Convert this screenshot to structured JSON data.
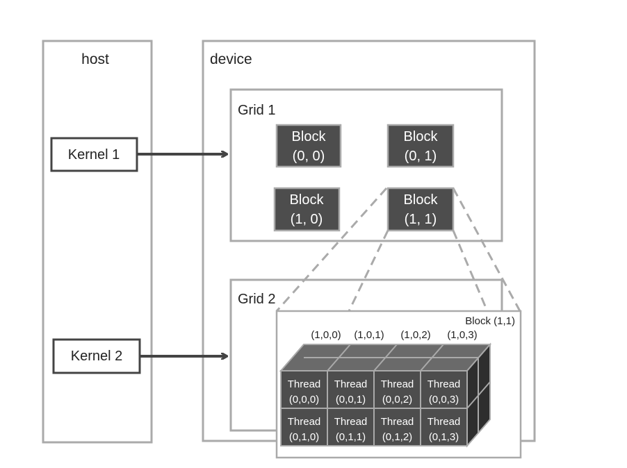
{
  "host": {
    "label": "host"
  },
  "device": {
    "label": "device"
  },
  "kernels": [
    {
      "label": "Kernel 1"
    },
    {
      "label": "Kernel 2"
    }
  ],
  "grid1": {
    "label": "Grid 1",
    "blocks": [
      {
        "line1": "Block",
        "line2": "(0, 0)"
      },
      {
        "line1": "Block",
        "line2": "(0, 1)"
      },
      {
        "line1": "Block",
        "line2": "(1, 0)"
      },
      {
        "line1": "Block",
        "line2": "(1, 1)"
      }
    ]
  },
  "grid2": {
    "label": "Grid 2",
    "block_detail": {
      "label": "Block (1,1)",
      "back_labels": [
        "(1,0,0)",
        "(1,0,1)",
        "(1,0,2)",
        "(1,0,3)"
      ],
      "threads": [
        {
          "line1": "Thread",
          "line2": "(0,0,0)"
        },
        {
          "line1": "Thread",
          "line2": "(0,0,1)"
        },
        {
          "line1": "Thread",
          "line2": "(0,0,2)"
        },
        {
          "line1": "Thread",
          "line2": "(0,0,3)"
        },
        {
          "line1": "Thread",
          "line2": "(0,1,0)"
        },
        {
          "line1": "Thread",
          "line2": "(0,1,1)"
        },
        {
          "line1": "Thread",
          "line2": "(0,1,2)"
        },
        {
          "line1": "Thread",
          "line2": "(0,1,3)"
        }
      ]
    }
  },
  "colors": {
    "outline": "#aaaaaa",
    "dark_outline": "#444444",
    "block_fill": "#4d4d4d",
    "cube_top": "#6a6a6a",
    "cube_side": "#2e2e2e",
    "arrow": "#444444",
    "dashed": "#aaaaaa",
    "text": "#222222",
    "light_text": "#ffffff"
  }
}
